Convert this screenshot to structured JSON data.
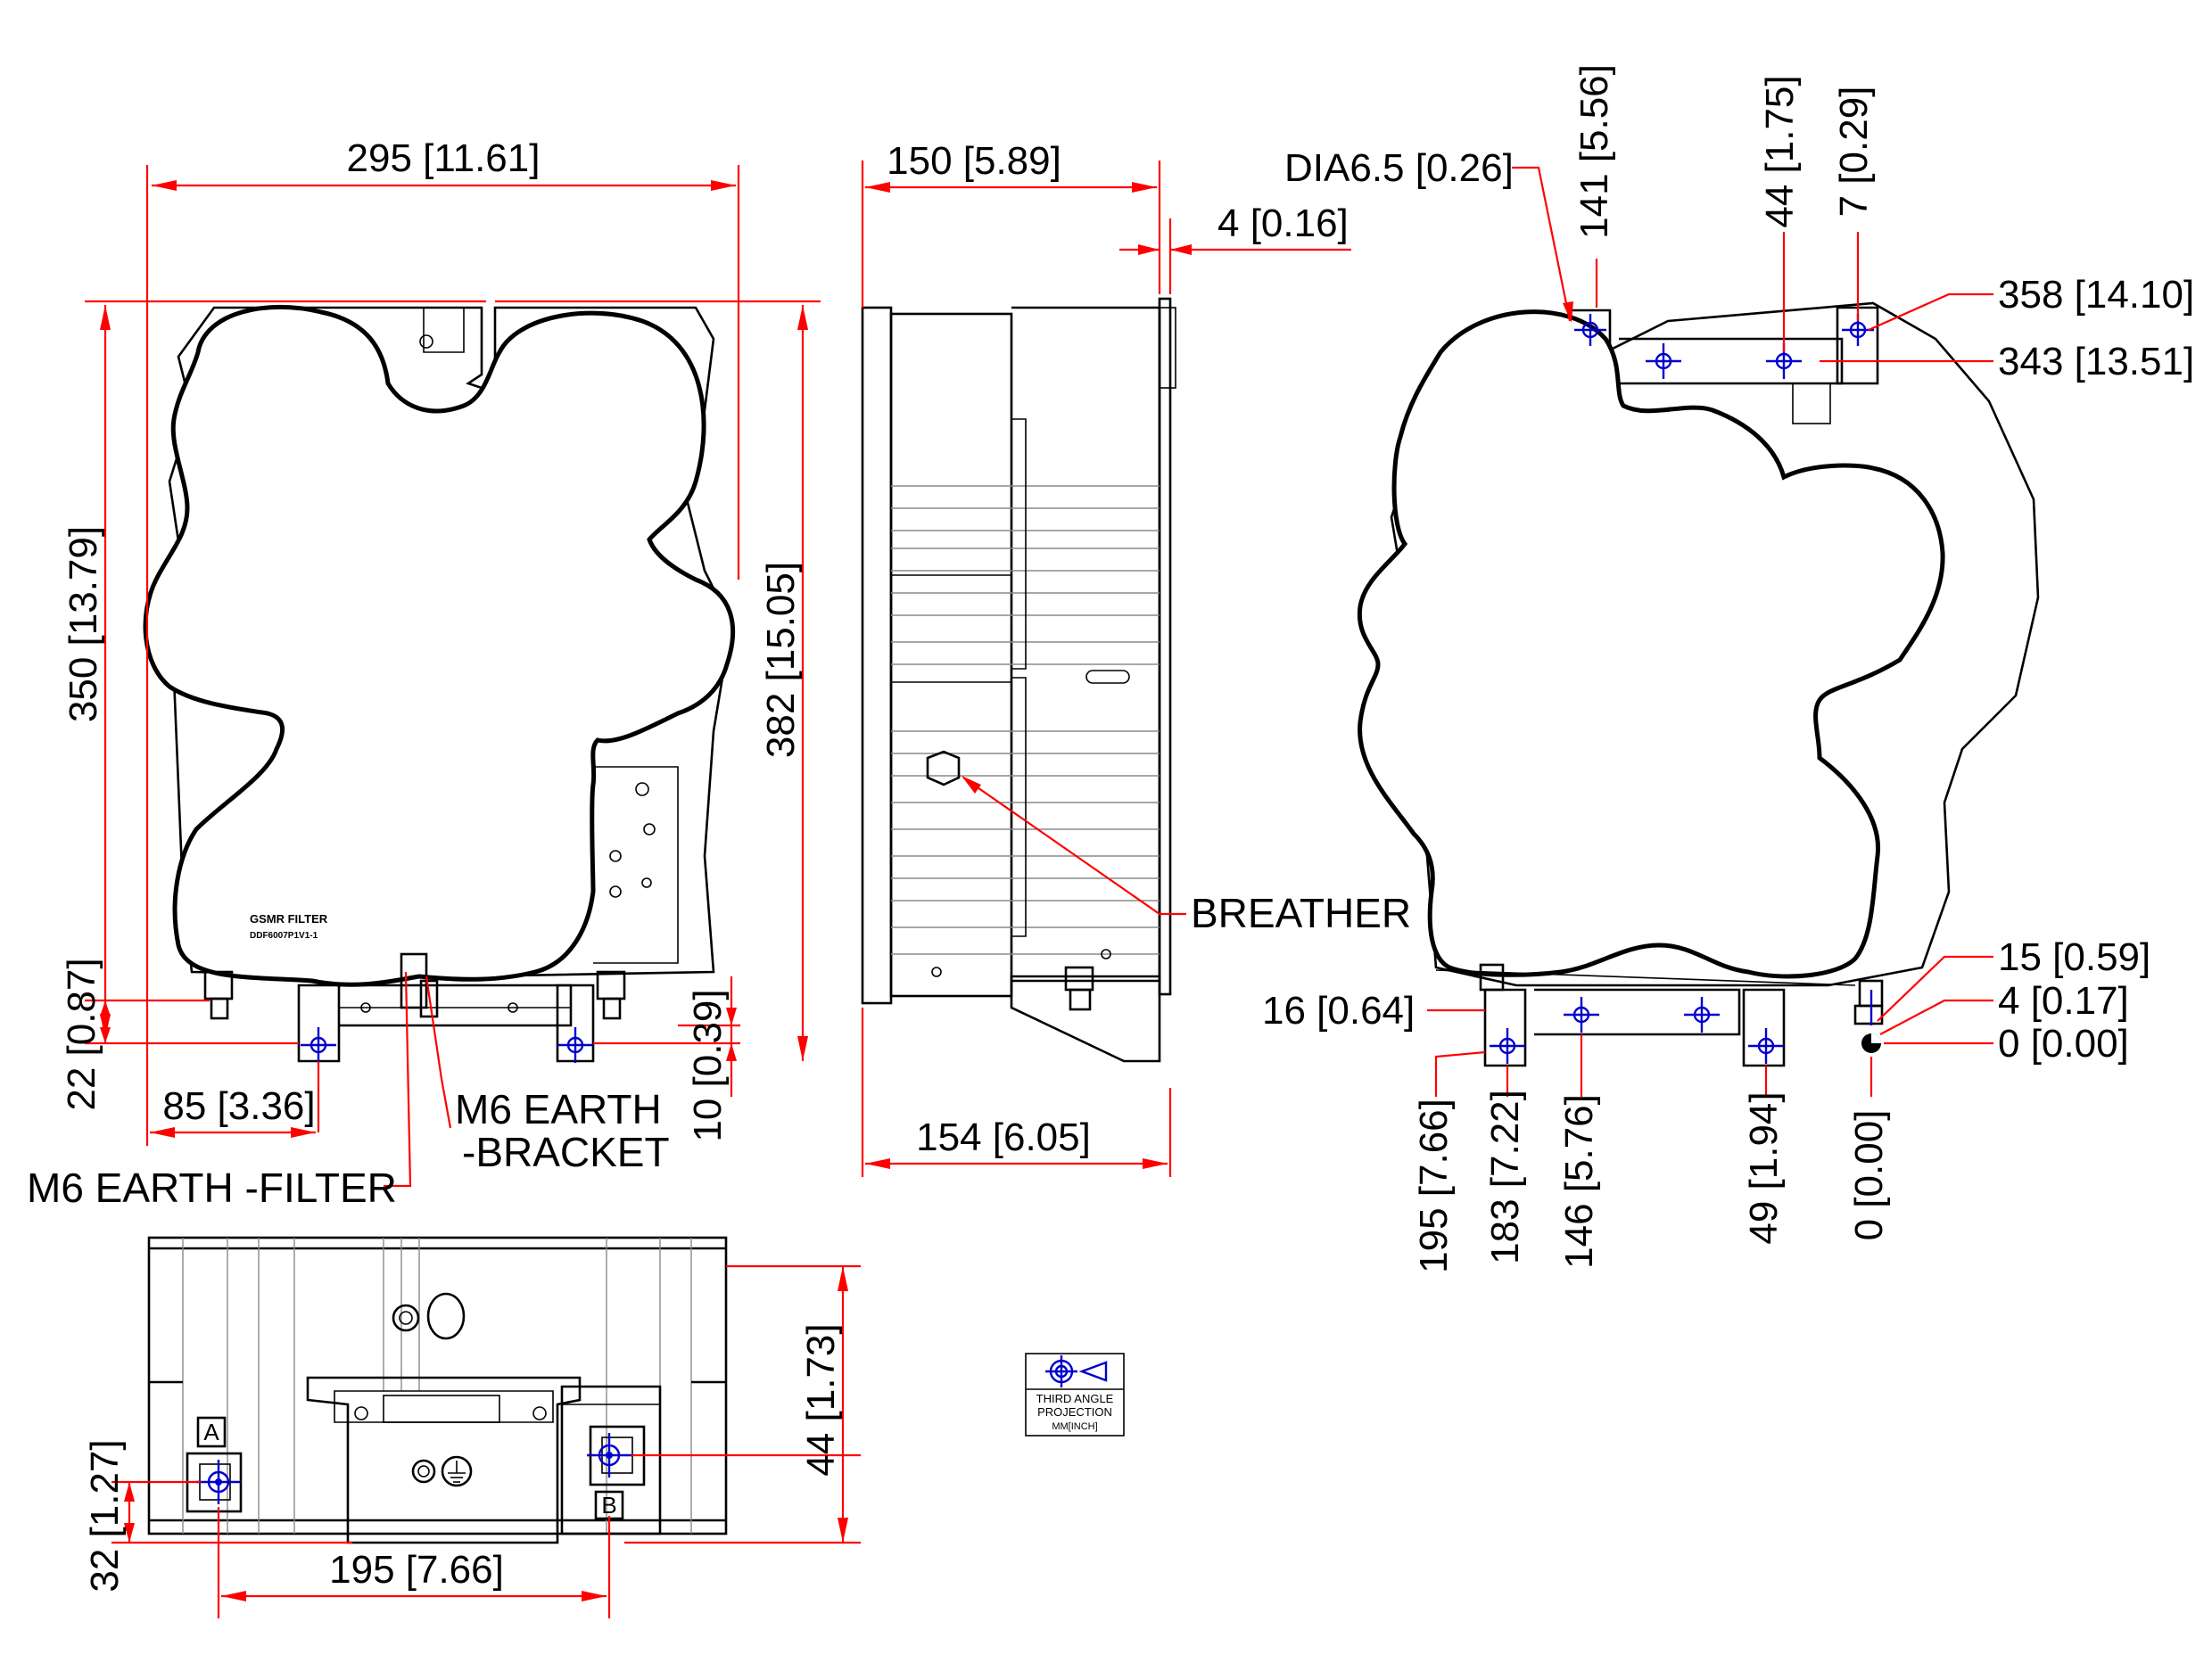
{
  "front_view": {
    "width_295": "295 [11.61]",
    "height_350": "350 [13.79]",
    "height_382": "382 [15.05]",
    "foot_22": "22 [0.87]",
    "pitch_10": "10 [0.39]",
    "offset_85": "85 [3.36]",
    "earth_bracket_line1": "M6 EARTH",
    "earth_bracket_line2": "-BRACKET",
    "earth_filter": "M6 EARTH -FILTER",
    "product_name": "GSMR FILTER",
    "part_number": "DDF6007P1V1-1"
  },
  "side_view": {
    "depth_150": "150 [5.89]",
    "offset_4": "4 [0.16]",
    "depth_154": "154 [6.05]",
    "breather": "BREATHER"
  },
  "rear_view": {
    "dia": "DIA6.5 [0.26]",
    "v141": "141 [5.56]",
    "v44": "44 [1.75]",
    "v7": "7 [0.29]",
    "h358": "358 [14.10]",
    "h343": "343 [13.51]",
    "h15": "15 [0.59]",
    "h4": "4 [0.17]",
    "h0": "0 [0.00]",
    "h16": "16 [0.64]",
    "b195": "195 [7.66]",
    "b183": "183 [7.22]",
    "b146": "146 [5.76]",
    "b49": "49 [1.94]",
    "b0": "0 [0.00]"
  },
  "bottom_view": {
    "v44": "44 [1.73]",
    "v32": "32 [1.27]",
    "h195": "195 [7.66]",
    "port_a": "A",
    "port_b": "B"
  },
  "projection_symbol": {
    "line1": "THIRD ANGLE",
    "line2": "PROJECTION",
    "line3": "MM[INCH]"
  },
  "colors": {
    "dimension": "#ff0000",
    "outline": "#000000",
    "centermark": "#0000cc"
  }
}
